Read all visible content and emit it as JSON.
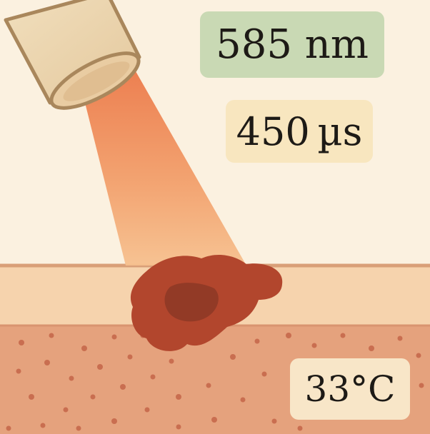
{
  "labels": {
    "wavelength": "585 nm",
    "pulse_duration": "450 µs",
    "temperature": "33°C"
  },
  "colors": {
    "background": "#fbf1e0",
    "wavelength_box": "#c9d9b4",
    "pulse_box": "#f8e6bf",
    "temperature_box": "#f8e6c8",
    "laser_beam": "#ef9560",
    "lesion": "#b2462d",
    "lesion_core": "#8e3826",
    "epidermis": "#f6d3ad",
    "dermis": "#e5a27d",
    "handpiece": "#edd7b2"
  },
  "icons": {
    "handpiece": "laser-handpiece-icon",
    "beam": "laser-beam-icon",
    "lesion": "vascular-lesion-icon"
  }
}
